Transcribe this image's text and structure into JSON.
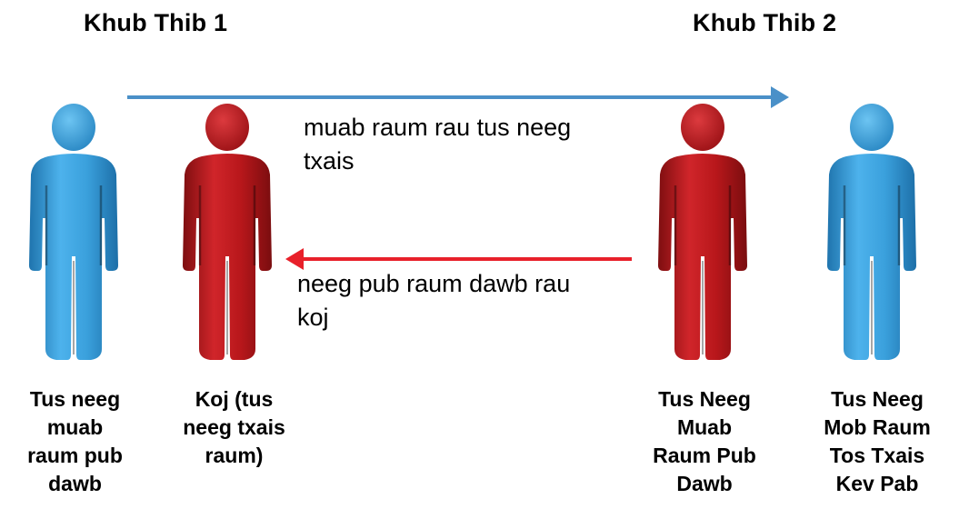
{
  "groups": {
    "group1_title": "Khub Thib 1",
    "group2_title": "Khub Thib 2"
  },
  "arrows": {
    "top_label_line1": "muab raum rau tus neeg",
    "top_label_line2": "txais",
    "top_color": "#4a90c8",
    "bottom_label_line1": "neeg pub raum dawb rau",
    "bottom_label_line2": "koj",
    "bottom_color": "#e8202a"
  },
  "people": [
    {
      "color": "blue",
      "caption": [
        "Tus neeg",
        "muab",
        "raum pub",
        "dawb"
      ]
    },
    {
      "color": "red",
      "caption": [
        "Koj (tus",
        "neeg txais",
        "raum)"
      ]
    },
    {
      "color": "red",
      "caption": [
        "Tus Neeg",
        "Muab",
        "Raum Pub",
        "Dawb"
      ]
    },
    {
      "color": "blue",
      "caption": [
        "Tus Neeg",
        "Mob Raum",
        "Tos Txais",
        "Kev Pab"
      ]
    }
  ],
  "colors": {
    "blue_main": "#3aa0dc",
    "blue_dark": "#1d6fa8",
    "red_main": "#c0181c",
    "red_dark": "#7c0d0f"
  }
}
